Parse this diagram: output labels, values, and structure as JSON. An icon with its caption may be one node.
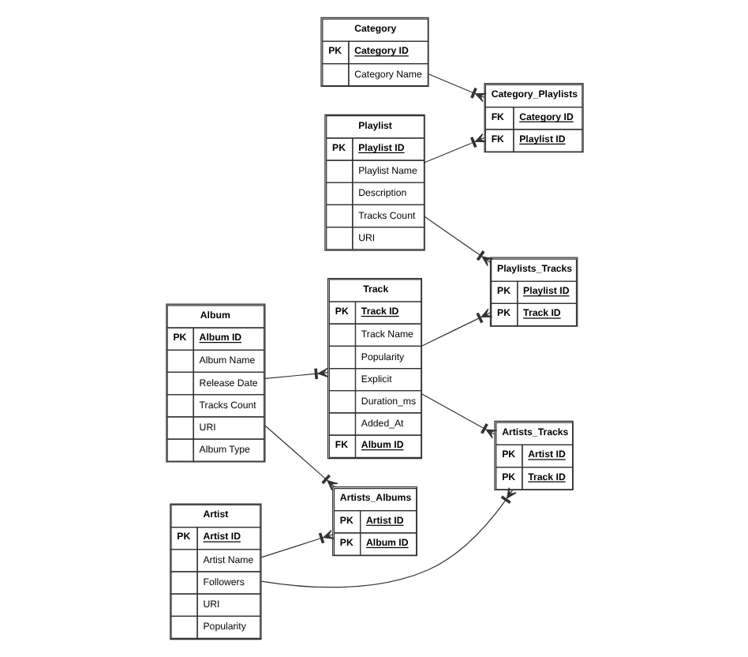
{
  "diagram": {
    "nodes": [
      {
        "text": [
          "Category",
          "PK",
          "Category ID",
          "Category Name"
        ]
      },
      {
        "text": [
          "Category_Playlists",
          "FK",
          "Category ID",
          "FK",
          "Playlist ID"
        ]
      },
      {
        "text": [
          "Playlist",
          "PK",
          "Playlist ID",
          "Playlist Name",
          "Description",
          "Tracks Count",
          "URI"
        ]
      },
      {
        "text": [
          "Album",
          "PK",
          "Album ID",
          "Album Name",
          "Release Date",
          "Tracks Count",
          "URI",
          "Album Type"
        ]
      },
      {
        "text": [
          "Track",
          "PK",
          "Track ID",
          "Track Name",
          "Popularity",
          "Explicit",
          "Duration_ms",
          "Added_At",
          "FK",
          "Album ID"
        ]
      },
      {
        "text": [
          "Playlists_Tracks",
          "PK",
          "Playlist ID",
          "PK",
          "Track ID"
        ]
      },
      {
        "text": [
          "Artists_Albums",
          "PK",
          "Artist ID",
          "PK",
          "Album ID"
        ]
      },
      {
        "text": [
          "Artist",
          "PK",
          "Artist ID",
          "Artist Name",
          "Followers",
          "URI",
          "Popularity"
        ]
      },
      {
        "text": [
          "Artists_Tracks",
          "PK",
          "Artist ID",
          "PK",
          "Track ID"
        ]
      }
    ],
    "edges": [
      {
        "from": 0,
        "to": 1,
        "arrow": "other"
      },
      {
        "from": 2,
        "to": 1,
        "arrow": "other"
      },
      {
        "from": 3,
        "to": 4,
        "arrow": "other"
      },
      {
        "from": 2,
        "to": 5,
        "arrow": "other"
      },
      {
        "from": 4,
        "to": 5,
        "arrow": "other"
      },
      {
        "from": 3,
        "to": 6,
        "arrow": "other"
      },
      {
        "from": 7,
        "to": 6,
        "arrow": "other"
      },
      {
        "from": 4,
        "to": 8,
        "arrow": "other"
      },
      {
        "from": 7,
        "to": 8,
        "arrow": "other"
      }
    ]
  }
}
